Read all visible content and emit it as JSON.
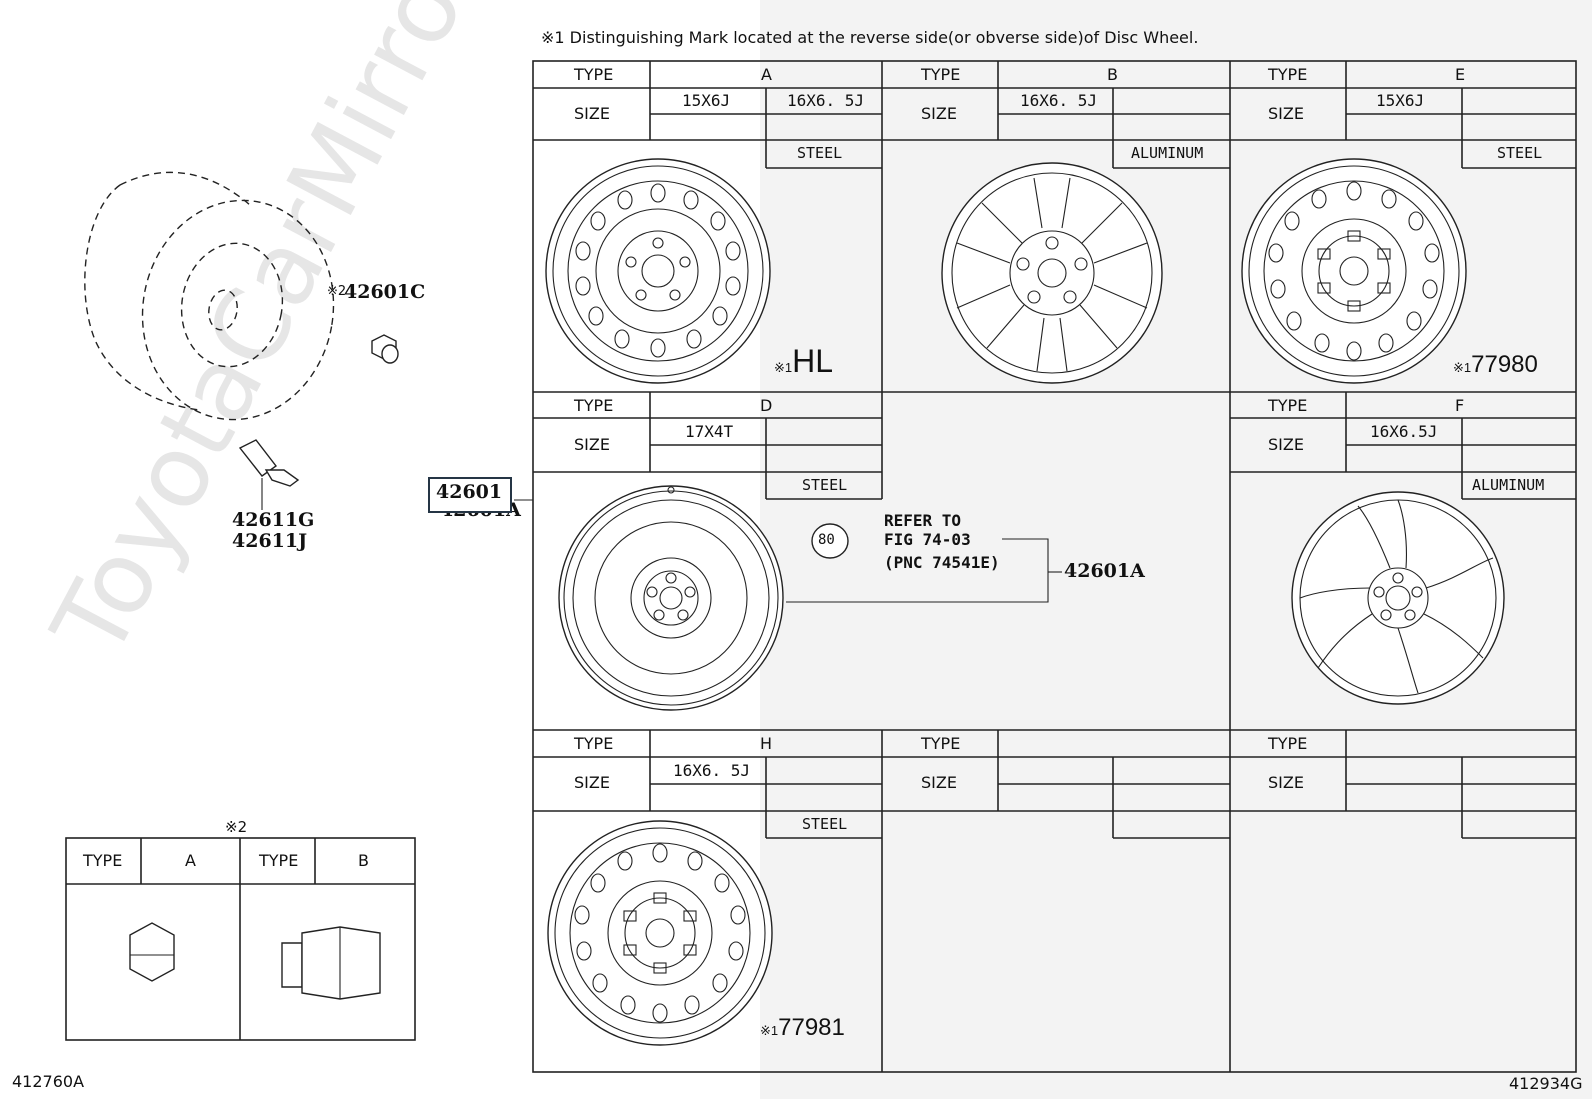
{
  "note": "※1 Distinguishing Mark located at the reverse side(or obverse side)of Disc Wheel.",
  "labels": {
    "type": "TYPE",
    "size": "SIZE"
  },
  "panels": {
    "a": {
      "type": "A",
      "sizes": [
        "15X6J",
        "16X6. 5J"
      ],
      "material": "STEEL",
      "mark_prefix": "※1",
      "mark": "HL"
    },
    "b": {
      "type": "B",
      "sizes": [
        "16X6. 5J"
      ],
      "material": "ALUMINUM"
    },
    "e": {
      "type": "E",
      "sizes": [
        "15X6J"
      ],
      "material": "STEEL",
      "mark_prefix": "※1",
      "mark": "77980"
    },
    "d": {
      "type": "D",
      "sizes": [
        "17X4T"
      ],
      "material": "STEEL"
    },
    "f": {
      "type": "F",
      "sizes": [
        "16X6.5J"
      ],
      "material": "ALUMINUM"
    },
    "h": {
      "type": "H",
      "sizes": [
        "16X6. 5J"
      ],
      "material": "STEEL",
      "mark_prefix": "※1",
      "mark": "77981"
    }
  },
  "refer": {
    "badge": "80",
    "line1": "REFER TO",
    "line2": "FIG 74-03",
    "line3": "(PNC 74541E)"
  },
  "parts": {
    "main": "42601",
    "main_sub": "42601A",
    "spare": "42601A",
    "nut_mark": "※2",
    "nut": "42601C",
    "valve1": "42611G",
    "valve2": "42611J"
  },
  "nut_table": {
    "mark": "※2",
    "type_a": "A",
    "type_b": "B"
  },
  "footer": {
    "left": "412760A",
    "right": "412934G"
  },
  "watermark": "ToyotaCarMirror.ru"
}
